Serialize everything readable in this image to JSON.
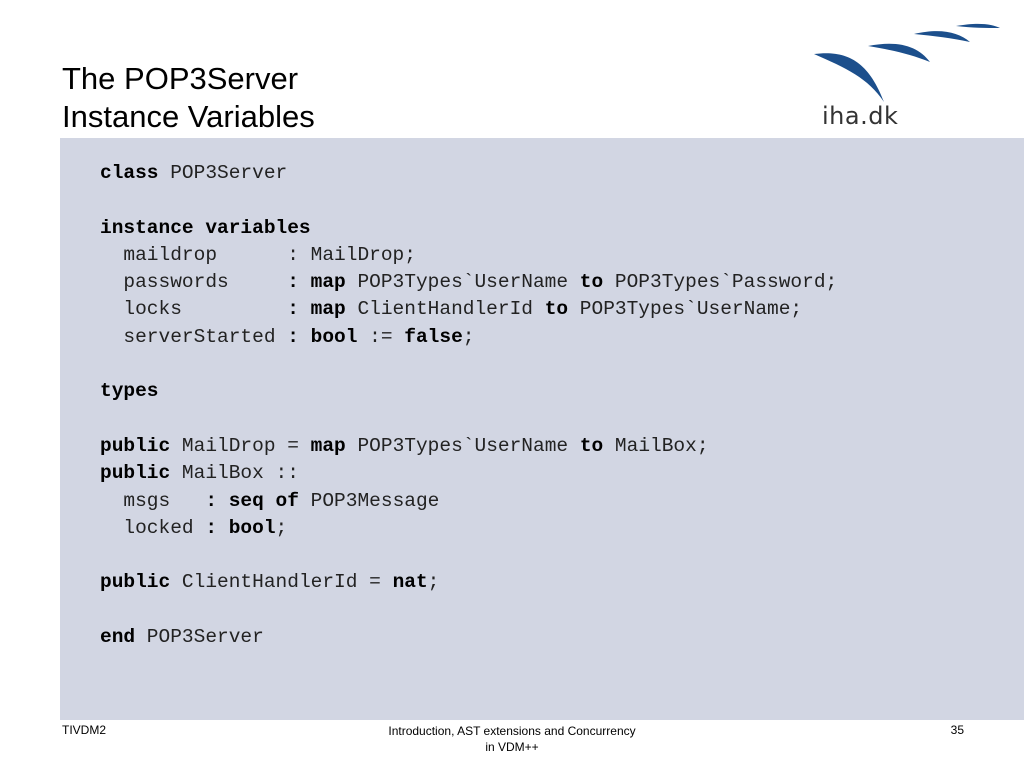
{
  "slide": {
    "title_line1": "The POP3Server",
    "title_line2": "Instance Variables",
    "logo_text": "iha.dk",
    "colors": {
      "panel_background": "#d2d6e3",
      "logo_blue": "#1c4f8c"
    }
  },
  "code": {
    "lines": [
      [
        {
          "t": "class",
          "b": true
        },
        {
          "t": " POP3Server"
        }
      ],
      [],
      [
        {
          "t": "instance variables",
          "b": true
        }
      ],
      [
        {
          "t": "  maildrop      : MailDrop;"
        }
      ],
      [
        {
          "t": "  passwords     "
        },
        {
          "t": ": map",
          "b": true
        },
        {
          "t": " POP3Types`UserName "
        },
        {
          "t": "to",
          "b": true
        },
        {
          "t": " POP3Types`Password;"
        }
      ],
      [
        {
          "t": "  locks         "
        },
        {
          "t": ": map",
          "b": true
        },
        {
          "t": " ClientHandlerId "
        },
        {
          "t": "to",
          "b": true
        },
        {
          "t": " POP3Types`UserName;"
        }
      ],
      [
        {
          "t": "  serverStarted "
        },
        {
          "t": ": bool",
          "b": true
        },
        {
          "t": " := "
        },
        {
          "t": "false",
          "b": true
        },
        {
          "t": ";"
        }
      ],
      [],
      [
        {
          "t": "types",
          "b": true
        }
      ],
      [],
      [
        {
          "t": "public",
          "b": true
        },
        {
          "t": " MailDrop = "
        },
        {
          "t": "map",
          "b": true
        },
        {
          "t": " POP3Types`UserName "
        },
        {
          "t": "to",
          "b": true
        },
        {
          "t": " MailBox;"
        }
      ],
      [
        {
          "t": "public",
          "b": true
        },
        {
          "t": " MailBox ::"
        }
      ],
      [
        {
          "t": "  msgs   "
        },
        {
          "t": ": seq of",
          "b": true
        },
        {
          "t": " POP3Message"
        }
      ],
      [
        {
          "t": "  locked "
        },
        {
          "t": ": bool",
          "b": true
        },
        {
          "t": ";"
        }
      ],
      [],
      [
        {
          "t": "public",
          "b": true
        },
        {
          "t": " ClientHandlerId = "
        },
        {
          "t": "nat",
          "b": true
        },
        {
          "t": ";"
        }
      ],
      [],
      [
        {
          "t": "end",
          "b": true
        },
        {
          "t": " POP3Server"
        }
      ]
    ]
  },
  "footer": {
    "left": "TIVDM2",
    "center_line1": "Introduction, AST extensions and Concurrency",
    "center_line2": "in VDM++",
    "page_number": "35"
  }
}
